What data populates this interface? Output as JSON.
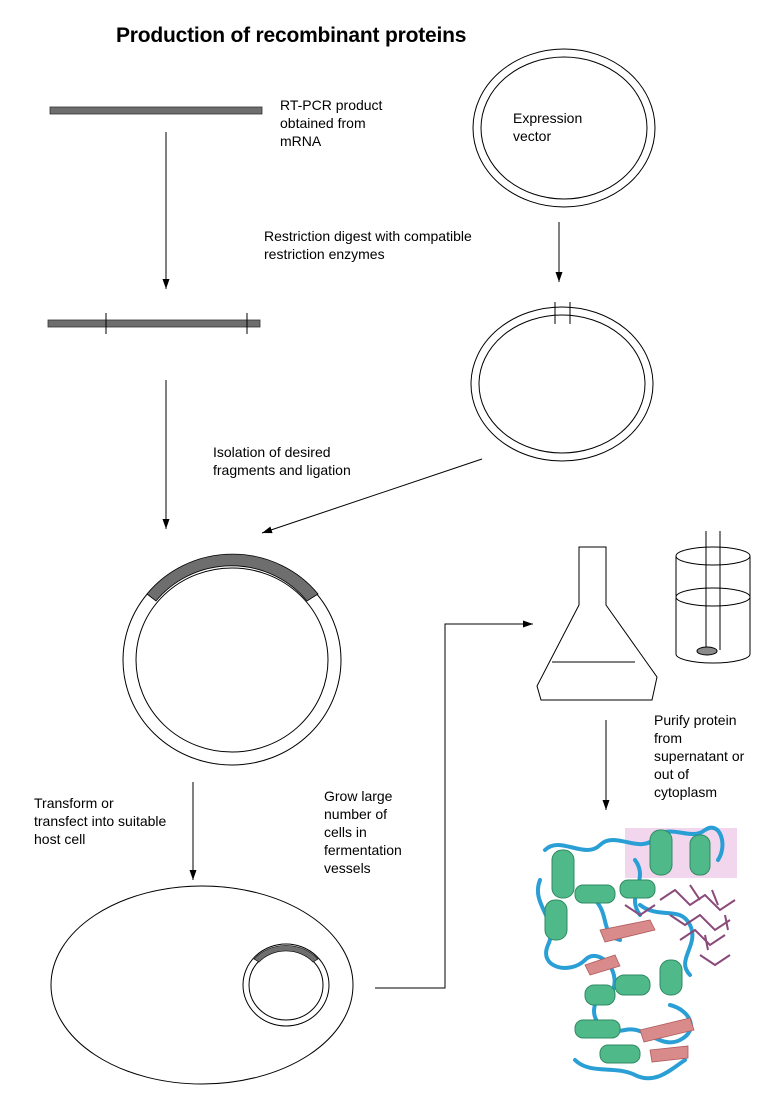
{
  "title": "Production of recombinant proteins",
  "labels": {
    "rtpcr": "RT-PCR product\nobtained from\nmRNA",
    "vector": "Expression\nvector",
    "digest": "Restriction digest with compatible\nrestriction enzymes",
    "isolation": "Isolation of desired\nfragments and ligation",
    "transform": "Transform or\ntransfect into suitable\nhost cell",
    "grow": "Grow large\nnumber of\ncells in\nfermentation\nvessels",
    "purify": "Purify protein\nfrom\nsupernatant or\nout of\ncytoplasm"
  },
  "colors": {
    "dna_bar": "#6e6e6e",
    "insert": "#6e6e6e",
    "helix": "#4fb98a",
    "loop": "#2a9fd6",
    "sheet": "#d98a8a",
    "ligand": "#8a4a7a",
    "highlight": "#f2d6ee"
  }
}
